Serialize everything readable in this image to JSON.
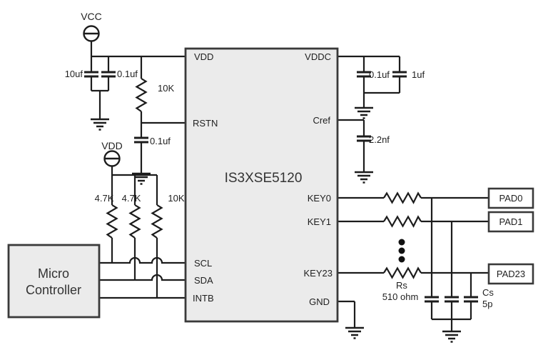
{
  "colors": {
    "wire": "#1c1c1c",
    "box_fill": "#ebebeb",
    "box_border": "#3a3a3a",
    "pad_fill": "#ffffff",
    "background": "#ffffff",
    "text": "#1f1f1f"
  },
  "power": {
    "vcc": "VCC",
    "vdd": "VDD"
  },
  "ic": {
    "name": "IS3XSE5120",
    "pins": {
      "vdd": "VDD",
      "rstn": "RSTN",
      "scl": "SCL",
      "sda": "SDA",
      "intb": "INTB",
      "vddc": "VDDC",
      "cref": "Cref",
      "key0": "KEY0",
      "key1": "KEY1",
      "key23": "KEY23",
      "gnd": "GND"
    }
  },
  "mcu": {
    "line1": "Micro",
    "line2": "Controller"
  },
  "components": {
    "c_bulk": "10uf",
    "c_bypass": "0.1uf",
    "r_rstn_pull": "10K",
    "c_rstn": "0.1uf",
    "r_scl": "4.7K",
    "r_sda": "4.7K",
    "r_intb": "10K",
    "c_vddc_a": "0.1uf",
    "c_vddc_b": "1uf",
    "c_cref": "2.2nf",
    "rs_name": "Rs",
    "rs_value": "510 ohm",
    "cs_name": "Cs",
    "cs_value": "5p"
  },
  "pads": {
    "pad0": "PAD0",
    "pad1": "PAD1",
    "pad23": "PAD23"
  }
}
